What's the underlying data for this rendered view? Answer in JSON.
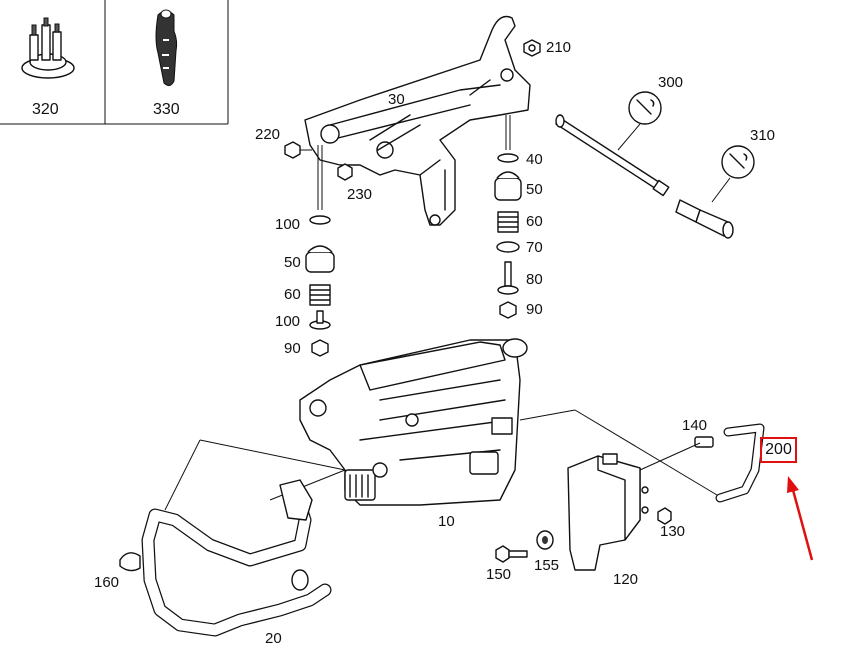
{
  "inset_labels": {
    "part_320": "320",
    "part_330": "330"
  },
  "callouts": {
    "p10": "10",
    "p20": "20",
    "p30": "30",
    "p40": "40",
    "p50a": "50",
    "p50b": "50",
    "p60a": "60",
    "p60b": "60",
    "p70": "70",
    "p80": "80",
    "p90a": "90",
    "p90b": "90",
    "p100a": "100",
    "p100b": "100",
    "p120": "120",
    "p130": "130",
    "p140": "140",
    "p150": "150",
    "p155": "155",
    "p160": "160",
    "p200": "200",
    "p210": "210",
    "p220": "220",
    "p230": "230",
    "p300": "300",
    "p310": "310"
  },
  "highlight": {
    "part": "200",
    "color": "#e01010"
  },
  "icons": [
    "wrench-icon",
    "wrench-icon",
    "arrow-indicator"
  ]
}
